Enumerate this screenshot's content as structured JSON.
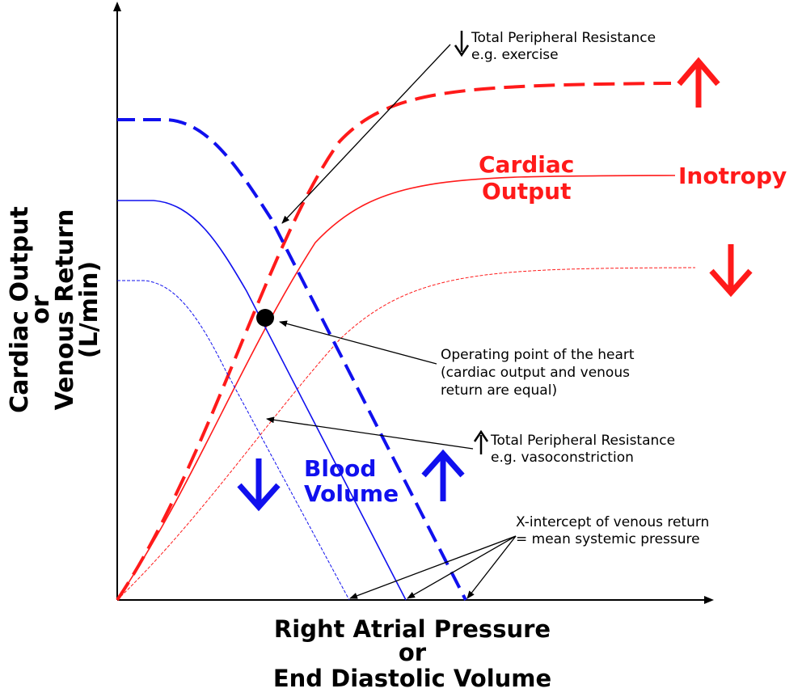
{
  "axes": {
    "y_label": [
      "Cardiac Output",
      "or",
      "Venous Return",
      "(L/min)"
    ],
    "x_label": [
      "Right Atrial Pressure",
      "or",
      "End Diastolic Volume"
    ]
  },
  "labels": {
    "cardiac_output": [
      "Cardiac",
      "Output"
    ],
    "inotropy": "Inotropy",
    "blood_volume": [
      "Blood",
      "Volume"
    ]
  },
  "annotations": {
    "tpr_decrease": [
      "Total Peripheral Resistance",
      "e.g. exercise"
    ],
    "operating_point": [
      "Operating point of the heart",
      "(cardiac output and venous",
      "return are equal)"
    ],
    "tpr_increase": [
      "Total Peripheral Resistance",
      "e.g. vasoconstriction"
    ],
    "x_intercept": [
      "X-intercept of venous return",
      "= mean systemic pressure"
    ]
  },
  "colors": {
    "cardiac_output": "#ff1a1a",
    "venous_return": "#1010ee",
    "axis": "#000000"
  },
  "icons": {
    "inotropy_up": "up-arrow-icon",
    "inotropy_down": "down-arrow-icon",
    "blood_volume_up": "up-arrow-icon",
    "blood_volume_down": "down-arrow-icon",
    "tpr_down": "small-down-arrow-icon",
    "tpr_up": "small-up-arrow-icon"
  }
}
